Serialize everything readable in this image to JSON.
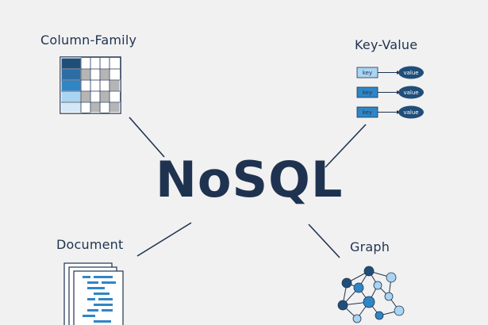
{
  "diagram": {
    "title": "NoSQL",
    "types": {
      "column_family": {
        "label": "Column-Family"
      },
      "key_value": {
        "label": "Key-Value",
        "pairs": [
          {
            "key": "key",
            "value": "value"
          },
          {
            "key": "key",
            "value": "value"
          },
          {
            "key": "key",
            "value": "value"
          }
        ]
      },
      "document": {
        "label": "Document"
      },
      "graph": {
        "label": "Graph"
      }
    }
  },
  "colors": {
    "text": "#1f3350",
    "background": "#f1f1f1",
    "dark_blue": "#1f4e79",
    "mid_blue": "#2f86c6",
    "light_blue": "#a9d4f2",
    "grey": "#b5b5b5"
  },
  "icons": [
    "column-family-table-icon",
    "key-value-pairs-icon",
    "document-pages-icon",
    "graph-network-icon"
  ]
}
